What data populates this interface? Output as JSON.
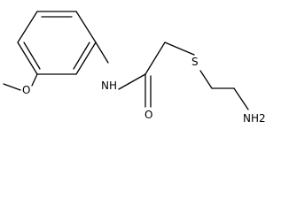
{
  "molecule": {
    "atoms": {
      "oxygen_methoxy": "O",
      "nitrogen_amide": "NH",
      "oxygen_carbonyl": "O",
      "sulfur": "S",
      "amine": "NH2"
    }
  }
}
